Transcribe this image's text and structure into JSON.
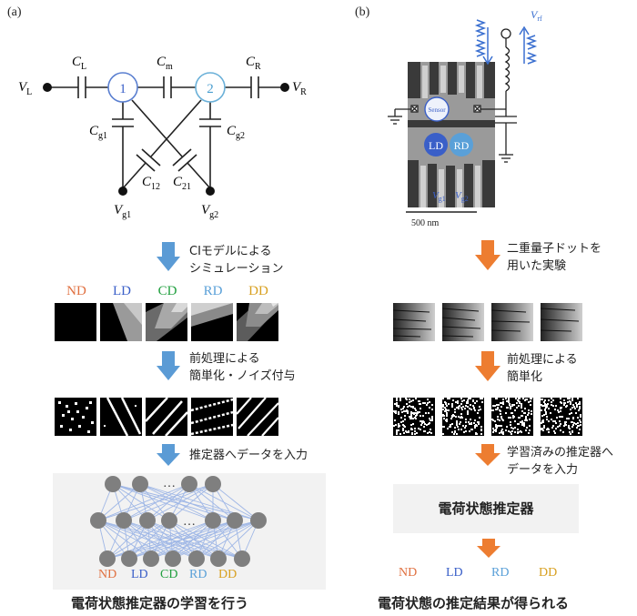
{
  "panels": {
    "left_label": "(a)",
    "right_label": "(b)"
  },
  "circuit": {
    "vl": "V",
    "vl_sub": "L",
    "vr": "V",
    "vr_sub": "R",
    "cl": "C",
    "cl_sub": "L",
    "cm": "C",
    "cm_sub": "m",
    "cr": "C",
    "cr_sub": "R",
    "cg1": "C",
    "cg1_sub": "g1",
    "cg2": "C",
    "cg2_sub": "g2",
    "c12": "C",
    "c12_sub": "12",
    "c21": "C",
    "c21_sub": "21",
    "vg1": "V",
    "vg1_sub": "g1",
    "vg2": "V",
    "vg2_sub": "g2",
    "dot1": "1",
    "dot2": "2"
  },
  "device": {
    "sensor": "Sensor",
    "ld": "LD",
    "rd": "RD",
    "vg1": "V",
    "vg1_sub": "g1",
    "vg2": "V",
    "vg2_sub": "g2",
    "vrf": "V",
    "vrf_sub": "rf",
    "scale": "500 nm"
  },
  "left_flow": {
    "step1_line1": "CIモデルによる",
    "step1_line2": "シミュレーション",
    "step2_line1": "前処理による",
    "step2_line2": "簡単化・ノイズ付与",
    "step3": "推定器へデータを入力",
    "title": "電荷状態推定器の学習を行う"
  },
  "right_flow": {
    "step1_line1": "二重量子ドットを",
    "step1_line2": "用いた実験",
    "step2_line1": "前処理による",
    "step2_line2": "簡単化",
    "step3_line1": "学習済みの推定器へ",
    "step3_line2": "データを入力",
    "estimator": "電荷状態推定器",
    "title": "電荷状態の推定結果が得られる"
  },
  "categories": [
    {
      "label": "ND",
      "color": "#e07040"
    },
    {
      "label": "LD",
      "color": "#3a5fc8"
    },
    {
      "label": "CD",
      "color": "#22a040"
    },
    {
      "label": "RD",
      "color": "#5aa0d8"
    },
    {
      "label": "DD",
      "color": "#d8a020"
    }
  ],
  "nn": {
    "ellipsis": "…"
  },
  "colors": {
    "arrow_blue": "#5b9bd5",
    "arrow_orange": "#ed7d31",
    "nn_line": "#9fb7e6",
    "node": "#7f7f7f"
  }
}
